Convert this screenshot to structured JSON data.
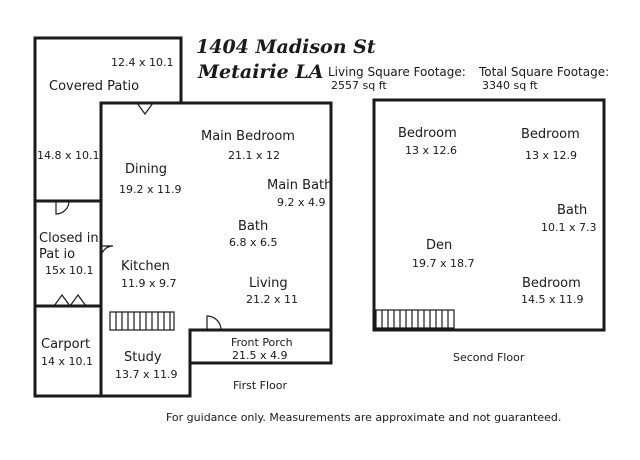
{
  "header": {
    "address_line1": "1404 Madison St",
    "address_line2": "Metairie LA",
    "living_sqft_label": "Living Square Footage:",
    "living_sqft_value": "2557 sq ft",
    "total_sqft_label": "Total Square Footage:",
    "total_sqft_value": "3340 sq ft"
  },
  "first_floor": {
    "label": "First Floor",
    "rooms": {
      "patio_dim_top": "12.4 x 10.1",
      "covered_patio": "Covered Patio",
      "patio_dim_side": "14.8 x 10.1",
      "dining": "Dining",
      "dining_dim": "19.2 x 11.9",
      "main_bedroom": "Main Bedroom",
      "main_bedroom_dim": "21.1 x 12",
      "main_bath": "Main Bath",
      "main_bath_dim": "9.2 x 4.9",
      "bath": "Bath",
      "bath_dim": "6.8 x 6.5",
      "closed_patio_1": "Closed in",
      "closed_patio_2": "Pat io",
      "closed_patio_dim": "15x 10.1",
      "kitchen": "Kitchen",
      "kitchen_dim": "11.9 x 9.7",
      "living": "Living",
      "living_dim": "21.2 x 11",
      "carport": "Carport",
      "carport_dim": "14 x 10.1",
      "study": "Study",
      "study_dim": "13.7 x 11.9",
      "front_porch": "Front Porch",
      "front_porch_dim": "21.5 x 4.9"
    }
  },
  "second_floor": {
    "label": "Second Floor",
    "rooms": {
      "bedroom1": "Bedroom",
      "bedroom1_dim": "13 x 12.6",
      "bedroom2": "Bedroom",
      "bedroom2_dim": "13 x 12.9",
      "bath": "Bath",
      "bath_dim": "10.1 x 7.3",
      "den": "Den",
      "den_dim": "19.7 x 18.7",
      "bedroom3": "Bedroom",
      "bedroom3_dim": "14.5 x 11.9"
    }
  },
  "disclaimer": "For guidance only. Measurements are approximate and not guaranteed."
}
